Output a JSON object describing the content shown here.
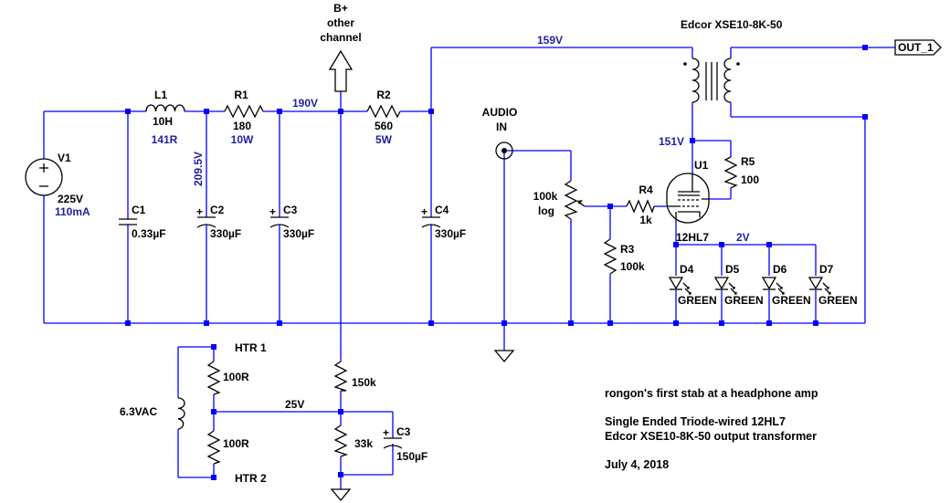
{
  "labels": {
    "bplus": [
      "B+",
      "other",
      "channel"
    ],
    "transformer": "Edcor XSE10-8K-50",
    "out": "OUT_1",
    "v1": {
      "name": "V1",
      "value": "225V",
      "current": "110mA"
    },
    "l1": {
      "name": "L1",
      "value": "10H",
      "resistance": "141R"
    },
    "r1": {
      "name": "R1",
      "value": "180",
      "power": "10W"
    },
    "r2": {
      "name": "R2",
      "value": "560",
      "power": "5W"
    },
    "c1": {
      "name": "C1",
      "value": "0.33µF"
    },
    "c2": {
      "name": "C2",
      "value": "330µF"
    },
    "c3": {
      "name": "C3",
      "value": "330µF"
    },
    "c4": {
      "name": "C4",
      "value": "330µF"
    },
    "audio": [
      "AUDIO",
      "IN"
    ],
    "pot": [
      "100k",
      "log"
    ],
    "r4": {
      "name": "R4",
      "value": "1k"
    },
    "r3": {
      "name": "R3",
      "value": "100k"
    },
    "u1": {
      "name": "U1",
      "type": "12HL7"
    },
    "r5": {
      "name": "R5",
      "value": "100"
    },
    "diodes": [
      {
        "name": "D4",
        "value": "GREEN"
      },
      {
        "name": "D5",
        "value": "GREEN"
      },
      {
        "name": "D6",
        "value": "GREEN"
      },
      {
        "name": "D7",
        "value": "GREEN"
      }
    ],
    "htr1": "HTR 1",
    "htr2": "HTR 2",
    "vac": "6.3VAC",
    "r100a": "100R",
    "r100b": "100R",
    "r150k": "150k",
    "r33k": "33k",
    "c3b": {
      "name": "C3",
      "value": "150µF"
    }
  },
  "voltages": {
    "v209": "209.5V",
    "v190": "190V",
    "v159": "159V",
    "v151": "151V",
    "v2": "2V",
    "v25": "25V"
  },
  "notes": [
    "rongon's first stab at a headphone amp",
    "Single Ended Triode-wired 12HL7",
    "Edcor XSE10-8K-50 output transformer",
    "July 4, 2018"
  ]
}
